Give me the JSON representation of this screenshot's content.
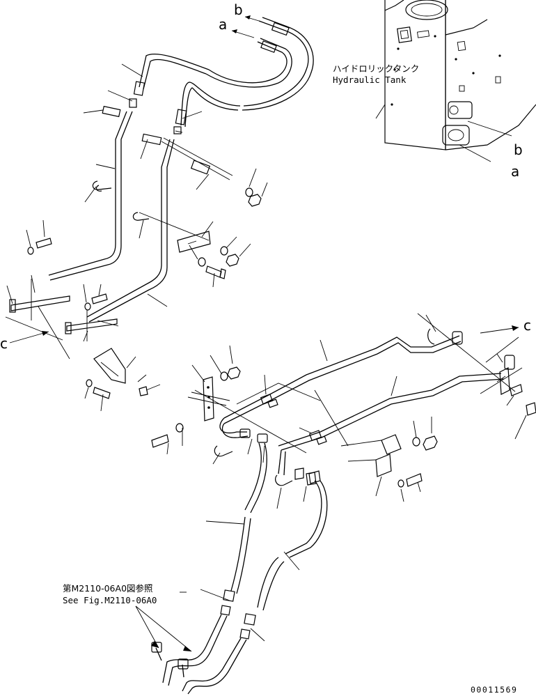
{
  "tank_label": {
    "jp": "ハイドロリックタンク",
    "en": "Hydraulic Tank"
  },
  "reference": {
    "jp": "第M2110-06A0図参照",
    "en": "See Fig.M2110-06A0"
  },
  "port_labels": {
    "a": "a",
    "b": "b",
    "c": "c"
  },
  "drawing_number": "00011569"
}
